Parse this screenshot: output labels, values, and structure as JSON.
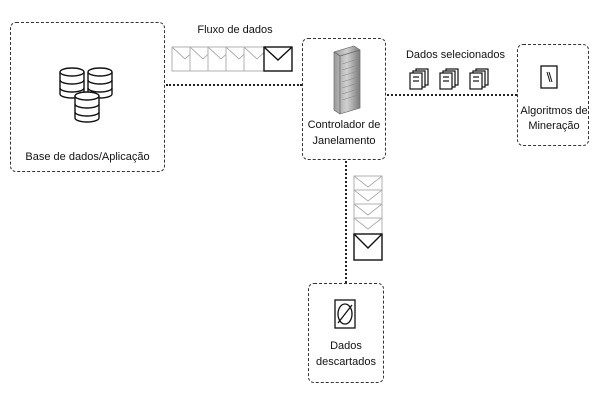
{
  "nodes": {
    "database": {
      "label": "Base de dados/Aplicação",
      "icon": "database-cylinders-icon"
    },
    "controller": {
      "label_line1": "Controlador de",
      "label_line2": "Janelamento",
      "icon": "server-tower-icon"
    },
    "algorithms": {
      "label_line1": "Algoritmos de",
      "label_line2": "Mineração",
      "icon": "document-icon"
    },
    "discarded": {
      "label_line1": "Dados",
      "label_line2": "descartados",
      "icon": "discard-icon"
    }
  },
  "edges": {
    "flow": {
      "label": "Fluxo de dados",
      "icon": "envelope-stream-icon"
    },
    "selected": {
      "label": "Dados selecionados",
      "icon": "document-stack-icon"
    },
    "discard": {
      "icon": "envelope-stack-icon"
    }
  },
  "colors": {
    "border": "#333333",
    "line": "#222222",
    "envelope_faded": "#b0b0b0"
  }
}
